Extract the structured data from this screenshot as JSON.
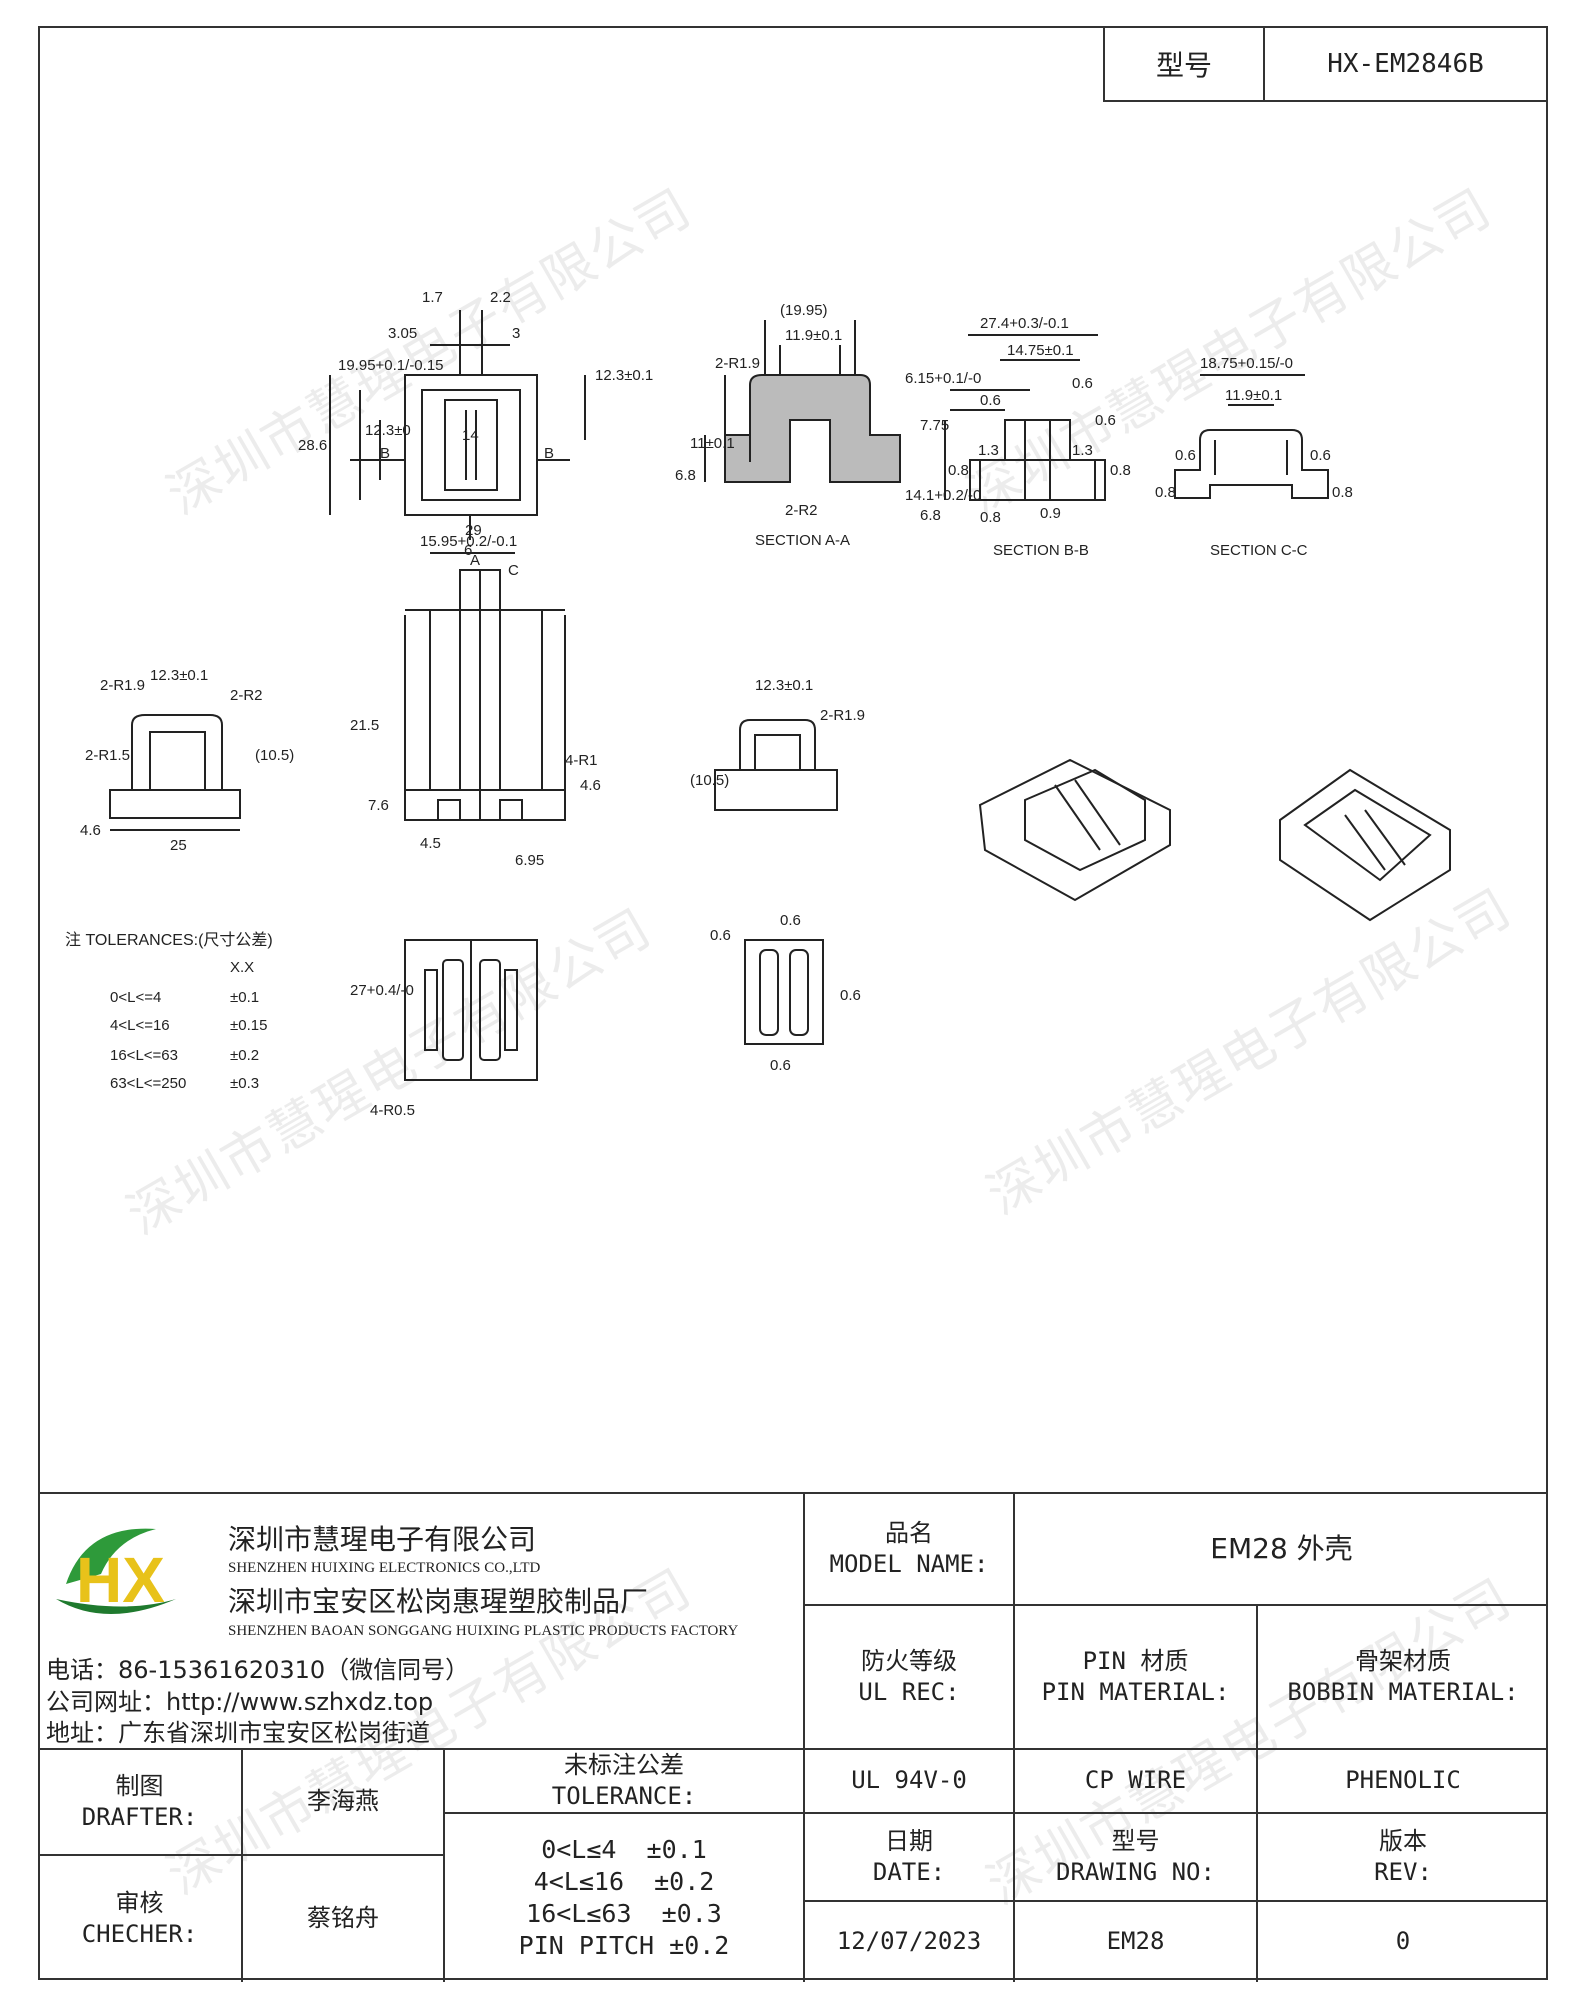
{
  "header": {
    "model_label": "型号",
    "model_value": "HX-EM2846B"
  },
  "watermark": "深圳市慧瑆电子有限公司",
  "drawing": {
    "top_view": {
      "d1": "1.7",
      "d2": "2.2",
      "d3": "3.05",
      "d4": "3",
      "d5": "12.3±0.1",
      "d6": "28.6",
      "d7": "19.95+0.1/-0.15",
      "d8": "12.3±0",
      "d9": "14",
      "d10": "6",
      "b1": "B",
      "b2": "B"
    },
    "section_a": {
      "d1": "(19.95)",
      "d2": "11.9±0.1",
      "d3": "2-R1.9",
      "d4": "6.8",
      "d5": "11±0.1",
      "d6": "2-R2",
      "title": "SECTION A-A"
    },
    "section_b": {
      "d1": "27.4+0.3/-0.1",
      "d2": "14.75±0.1",
      "d3": "6.15+0.1/-0",
      "d4": "7.75",
      "d5": "0.6",
      "d6": "0.6",
      "d7": "0.6",
      "d8": "14.1+0.2/-0",
      "d9": "1.3",
      "d10": "1.3",
      "d11": "0.8",
      "d12": "0.8",
      "d13": "6.8",
      "d14": "0.8",
      "d15": "0.9",
      "title": "SECTION B-B"
    },
    "section_c": {
      "d1": "18.75+0.15/-0",
      "d2": "11.9±0.1",
      "d3": "0.6",
      "d4": "0.6",
      "d5": "0.8",
      "d6": "0.8",
      "title": "SECTION C-C"
    },
    "left_view": {
      "d1": "12.3±0.1",
      "d2": "2-R1.9",
      "d3": "2-R2",
      "d4": "2-R1.5",
      "d5": "(10.5)",
      "d6": "4.6",
      "d7": "25"
    },
    "front_view": {
      "d1": "29",
      "d2": "15.95+0.2/-0.1",
      "d3": "21.5",
      "d4": "7.6",
      "d5": "4.6",
      "d6": "4.5",
      "d7": "6.95",
      "d8": "4-R1",
      "a": "A",
      "c": "C"
    },
    "right_view": {
      "d1": "12.3±0.1",
      "d2": "2-R1.9",
      "d3": "(10.5)"
    },
    "bottom_view": {
      "d1": "27+0.4/-0",
      "d2": "4-R0.5"
    },
    "small_view": {
      "d1": "0.6",
      "d2": "0.6",
      "d3": "0.6",
      "d4": "0.6"
    },
    "tolerance_note": {
      "title": "注 TOLERANCES:(尺寸公差)",
      "header": "X.X",
      "rows": [
        [
          "0<L<=4",
          "±0.1"
        ],
        [
          "4<L<=16",
          "±0.15"
        ],
        [
          "16<L<=63",
          "±0.2"
        ],
        [
          "63<L<=250",
          "±0.3"
        ]
      ]
    }
  },
  "title_block": {
    "company_cn": "深圳市慧瑆电子有限公司",
    "company_en": "SHENZHEN HUIXING ELECTRONICS CO.,LTD",
    "factory_cn": "深圳市宝安区松岗惠瑆塑胶制品厂",
    "factory_en": "SHENZHEN BAOAN SONGGANG HUIXING PLASTIC PRODUCTS FACTORY",
    "phone": "电话：86-15361620310（微信同号）",
    "website": "公司网址：http://www.szhxdz.top",
    "address": "地址：广东省深圳市宝安区松岗街道",
    "logo_text": "HX",
    "model_name_cn": "品名",
    "model_name_en": "MODEL NAME:",
    "model_name_value": "EM28 外壳",
    "ul_cn": "防火等级",
    "ul_en": "UL REC:",
    "ul_value": "UL 94V-0",
    "pin_cn": "PIN 材质",
    "pin_en": "PIN MATERIAL:",
    "pin_value": "CP WIRE",
    "bobbin_cn": "骨架材质",
    "bobbin_en": "BOBBIN MATERIAL:",
    "bobbin_value": "PHENOLIC",
    "drafter_cn": "制图",
    "drafter_en": "DRAFTER:",
    "drafter_value": "李海燕",
    "checker_cn": "审核",
    "checker_en": "CHECHER:",
    "checker_value": "蔡铭舟",
    "tol_cn": "未标注公差",
    "tol_en": "TOLERANCE:",
    "tol_rows": [
      "0<L≤4  ±0.1",
      "4<L≤16  ±0.2",
      "16<L≤63  ±0.3",
      "PIN PITCH ±0.2"
    ],
    "date_cn": "日期",
    "date_en": "DATE:",
    "date_value": "12/07/2023",
    "drawno_cn": "型号",
    "drawno_en": "DRAWING NO:",
    "drawno_value": "EM28",
    "rev_cn": "版本",
    "rev_en": "REV:",
    "rev_value": "0"
  },
  "colors": {
    "logo_green": "#2e9a3a",
    "logo_yellow": "#e8c21a",
    "logo_dark_green": "#1f7a2e"
  }
}
